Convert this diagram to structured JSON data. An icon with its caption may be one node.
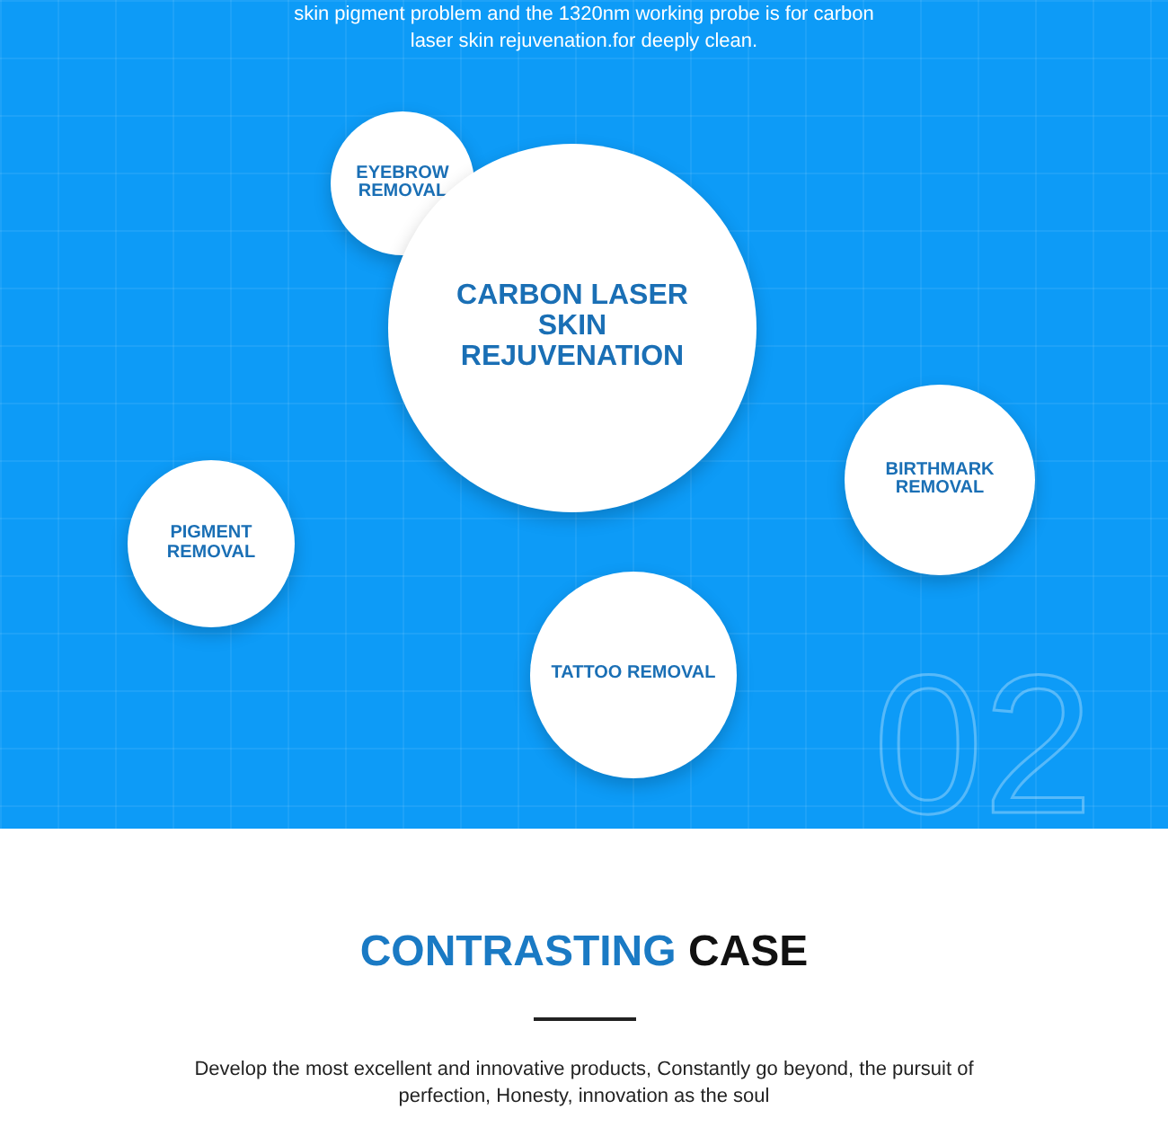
{
  "diagram": {
    "nodes": [
      {
        "text": [
          "EYEBROW REMOVAL"
        ]
      },
      {
        "text": [
          "CARBON LASER SKIN REJUVENATION"
        ]
      },
      {
        "text": [
          "BIRTHMARK REMOVAL"
        ]
      },
      {
        "text": [
          "PIGMENT REMOVAL"
        ]
      },
      {
        "text": [
          "TATTOO REMOVAL"
        ]
      }
    ],
    "labels": [
      "skin pigment problem and the 1320nm working probe is for carbon laser skin rejuvenation.for deeply clean.",
      "02",
      "CONTRASTING CASE",
      "Develop the most excellent and innovative products, Constantly go beyond, the pursuit of perfection, Honesty, innovation as the soul"
    ]
  }
}
